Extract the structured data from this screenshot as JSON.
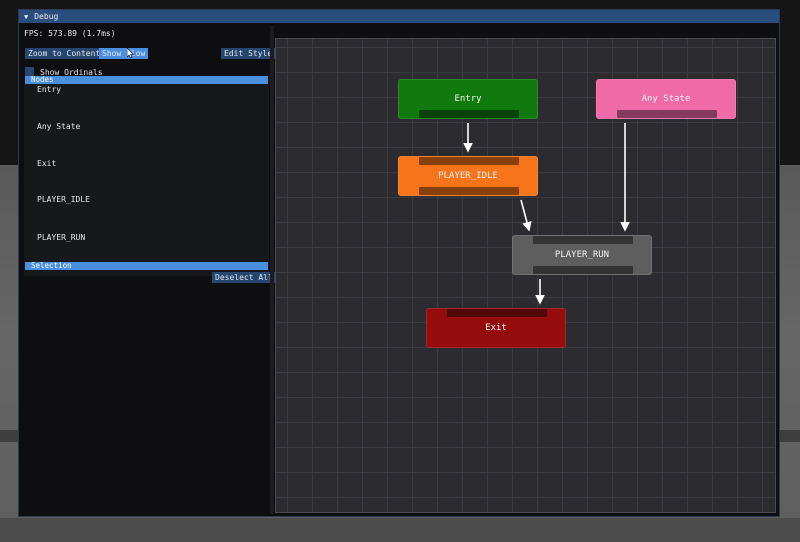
{
  "window": {
    "title": "Debug"
  },
  "stats": {
    "fps": "FPS: 573.89 (1.7ms)"
  },
  "toolbar": {
    "zoom_label": "Zoom to Content",
    "flow_label": "Show Flow",
    "edit_style_label": "Edit Style"
  },
  "options": {
    "show_ordinals_label": "Show Ordinals",
    "show_ordinals": false
  },
  "nodes_panel": {
    "header": "Nodes",
    "items": [
      "Entry",
      "Any State",
      "Exit",
      "PLAYER_IDLE",
      "PLAYER_RUN"
    ]
  },
  "selection_panel": {
    "header": "Selection",
    "deselect_label": "Deselect All"
  },
  "graph": {
    "nodes": [
      {
        "id": "entry",
        "label": "Entry",
        "color": "#117a0f"
      },
      {
        "id": "any_state",
        "label": "Any State",
        "color": "#f06aa8"
      },
      {
        "id": "player_idle",
        "label": "PLAYER_IDLE",
        "color": "#f7741a"
      },
      {
        "id": "player_run",
        "label": "PLAYER_RUN",
        "color": "#5e5e5e"
      },
      {
        "id": "exit",
        "label": "Exit",
        "color": "#950c0c"
      }
    ],
    "links": [
      {
        "from": "entry",
        "to": "player_idle"
      },
      {
        "from": "any_state",
        "to": "player_run"
      },
      {
        "from": "player_idle",
        "to": "player_run"
      },
      {
        "from": "player_run",
        "to": "exit"
      }
    ],
    "grid_color": "#3a3a41",
    "background_color": "#2b2b30"
  },
  "colors": {
    "title_bar": "#2a4d80",
    "accent": "#4a8ee0",
    "button": "#26466f"
  }
}
